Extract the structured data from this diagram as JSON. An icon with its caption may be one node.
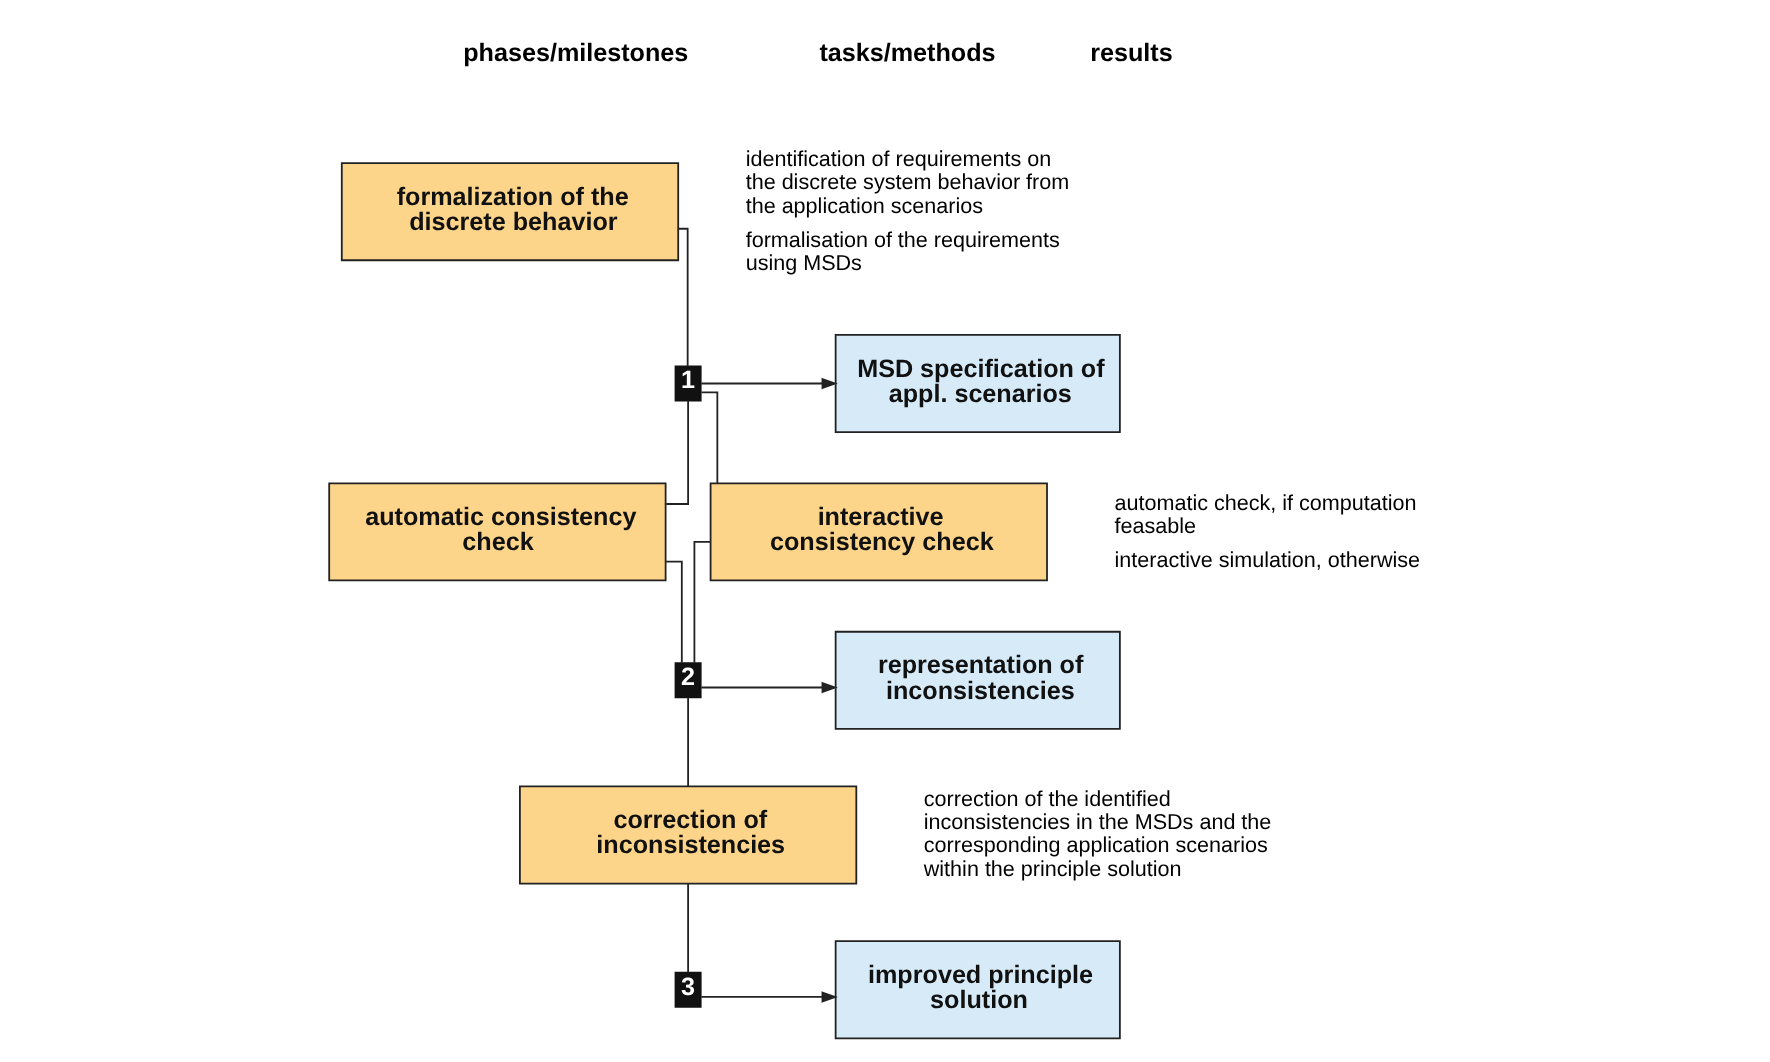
{
  "diagram": {
    "nodes": [
      {
        "text": [
          "formalization of the discrete behavior"
        ],
        "beside": [
          "identification of requirements on the discrete system behavior from the application scenarios",
          "formalisation of the requirements using MSDs"
        ]
      },
      {
        "text": [
          "1"
        ]
      },
      {
        "text": [
          "automatic consistency check"
        ]
      },
      {
        "text": [
          "interactive consistency check"
        ],
        "beside": [
          "automatic check, if computation feasable",
          "interactive simulation, otherwise"
        ]
      },
      {
        "text": [
          "2"
        ]
      },
      {
        "text": [
          "correction of inconsistencies"
        ],
        "beside": [
          "correction of the identified inconsistencies in the MSDs and the corresponding application scenarios within the principle solution"
        ]
      },
      {
        "text": [
          "3"
        ]
      },
      {
        "text": [
          "MSD specification of appl. scenarios"
        ]
      },
      {
        "text": [
          "representation of inconsistencies"
        ]
      },
      {
        "text": [
          "improved principle solution"
        ]
      }
    ],
    "edges": [
      {
        "from": 0,
        "to": 1,
        "arrow": "none"
      },
      {
        "from": 1,
        "to": 2,
        "arrow": "none"
      },
      {
        "from": 1,
        "to": 3,
        "arrow": "none"
      },
      {
        "from": 2,
        "to": 4,
        "arrow": "none"
      },
      {
        "from": 3,
        "to": 4,
        "arrow": "none"
      },
      {
        "from": 4,
        "to": 5,
        "arrow": "none"
      },
      {
        "from": 5,
        "to": 6,
        "arrow": "none"
      },
      {
        "from": 1,
        "to": 7,
        "arrow": "to"
      },
      {
        "from": 4,
        "to": 8,
        "arrow": "to"
      },
      {
        "from": 6,
        "to": 9,
        "arrow": "to"
      }
    ],
    "labels": [
      "phases/milestones",
      "tasks/methods",
      "results"
    ]
  }
}
